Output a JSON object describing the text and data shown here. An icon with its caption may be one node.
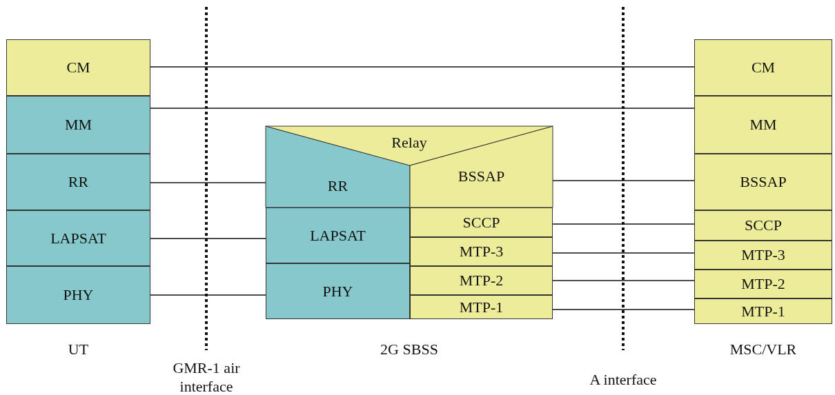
{
  "diagram": {
    "nodes": [
      {
        "text": [
          "UT"
        ]
      },
      {
        "text": [
          "CM"
        ],
        "in": 0
      },
      {
        "text": [
          "MM"
        ],
        "in": 0
      },
      {
        "text": [
          "RR"
        ],
        "in": 0
      },
      {
        "text": [
          "LAPSAT"
        ],
        "in": 0
      },
      {
        "text": [
          "PHY"
        ],
        "in": 0
      },
      {
        "text": [
          "2G SBSS"
        ]
      },
      {
        "text": [
          "Relay"
        ],
        "in": 6
      },
      {
        "text": [
          "RR"
        ],
        "in": 6
      },
      {
        "text": [
          "LAPSAT"
        ],
        "in": 6
      },
      {
        "text": [
          "PHY"
        ],
        "in": 6
      },
      {
        "text": [
          "BSSAP"
        ],
        "in": 6
      },
      {
        "text": [
          "SCCP"
        ],
        "in": 6
      },
      {
        "text": [
          "MTP-3"
        ],
        "in": 6
      },
      {
        "text": [
          "MTP-2"
        ],
        "in": 6
      },
      {
        "text": [
          "MTP-1"
        ],
        "in": 6
      },
      {
        "text": [
          "MSC/VLR"
        ]
      },
      {
        "text": [
          "CM"
        ],
        "in": 16
      },
      {
        "text": [
          "MM"
        ],
        "in": 16
      },
      {
        "text": [
          "BSSAP"
        ],
        "in": 16
      },
      {
        "text": [
          "SCCP"
        ],
        "in": 16
      },
      {
        "text": [
          "MTP-3"
        ],
        "in": 16
      },
      {
        "text": [
          "MTP-2"
        ],
        "in": 16
      },
      {
        "text": [
          "MTP-1"
        ],
        "in": 16
      }
    ],
    "edges": [
      {
        "from": 1,
        "to": 17,
        "arrow": "none"
      },
      {
        "from": 2,
        "to": 18,
        "arrow": "none"
      },
      {
        "from": 3,
        "to": 8,
        "arrow": "none"
      },
      {
        "from": 4,
        "to": 9,
        "arrow": "none"
      },
      {
        "from": 5,
        "to": 10,
        "arrow": "none"
      },
      {
        "from": 11,
        "to": 19,
        "arrow": "none"
      },
      {
        "from": 12,
        "to": 20,
        "arrow": "none"
      },
      {
        "from": 13,
        "to": 21,
        "arrow": "none"
      },
      {
        "from": 14,
        "to": 22,
        "arrow": "none"
      },
      {
        "from": 15,
        "to": 23,
        "arrow": "none"
      }
    ],
    "labels": [
      "GMR-1 air interface",
      "A interface"
    ]
  }
}
